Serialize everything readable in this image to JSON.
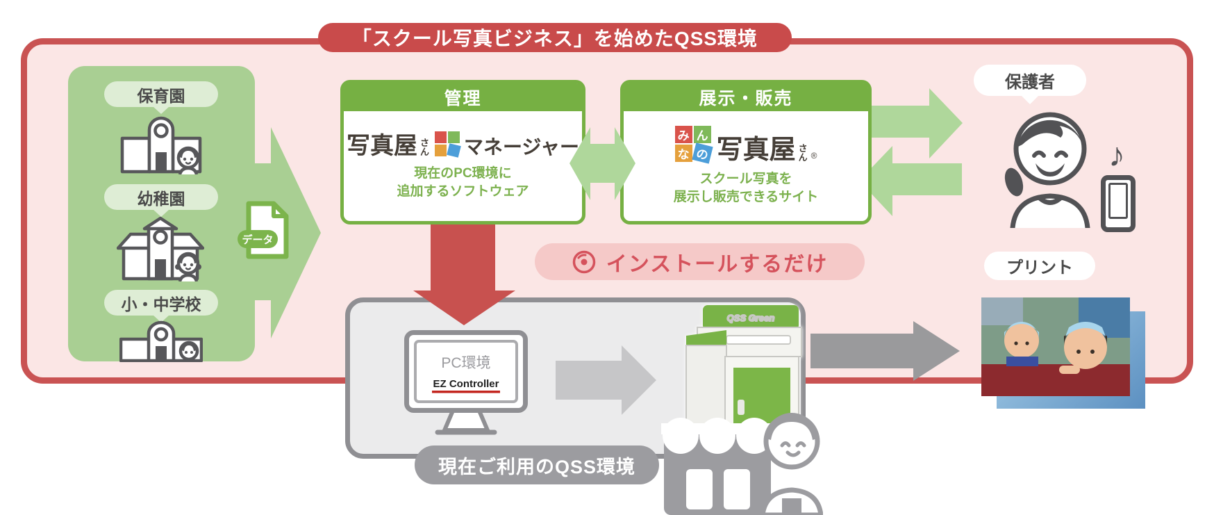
{
  "colors": {
    "border_red": "#C95353",
    "banner_red": "#C94B4B",
    "panel_pink": "#FBE6E5",
    "school_green": "#A9CF93",
    "pill_green": "#DEEDD5",
    "box_green": "#76B043",
    "arrow_green": "#AFD79B",
    "text_dark": "#4A4A4A",
    "logo_dark": "#453E37",
    "desc_green": "#7CB14E",
    "install_pink": "#F5C9C8",
    "install_red": "#D5525C",
    "red_arrow": "#C8514F",
    "gray_fill": "#EBEBEC",
    "gray_border": "#8F8F93",
    "gray_banner": "#9C9CA0",
    "gray_arrow": "#9A9A9C",
    "gray_arrow_light": "#C6C6C8",
    "icon_gray": "#57575A",
    "sq_red": "#D9534B",
    "sq_green": "#7FB95A",
    "sq_orange": "#E5A03C",
    "sq_blue": "#4C9ED9",
    "ez_red": "#C3261F"
  },
  "title": "「スクール写真ビジネス」を始めたQSS環境",
  "schools": {
    "items": [
      {
        "label": "保育園"
      },
      {
        "label": "幼稚園"
      },
      {
        "label": "小・中学校"
      }
    ]
  },
  "data_file": {
    "label": "データ"
  },
  "manage": {
    "header": "管理",
    "logo_main": "写真屋",
    "logo_small": [
      "さ",
      "ん"
    ],
    "logo_suffix": "マネージャー",
    "desc_line1": "現在のPC環境に",
    "desc_line2": "追加するソフトウェア"
  },
  "sales": {
    "header": "展示・販売",
    "logo_squares": [
      "み",
      "ん",
      "な",
      "の"
    ],
    "logo_main": "写真屋",
    "logo_small": [
      "さ",
      "ん"
    ],
    "reg": "®",
    "desc_line1": "スクール写真を",
    "desc_line2": "展示し販売できるサイト"
  },
  "install": {
    "label": "インストールするだけ"
  },
  "parent": {
    "label": "保護者",
    "note": "♪"
  },
  "qss": {
    "banner": "現在ご利用のQSS環境",
    "pc_label": "PC環境",
    "controller": "EZ Controller",
    "printer_label": "QSS Green"
  },
  "print": {
    "label": "プリント"
  }
}
